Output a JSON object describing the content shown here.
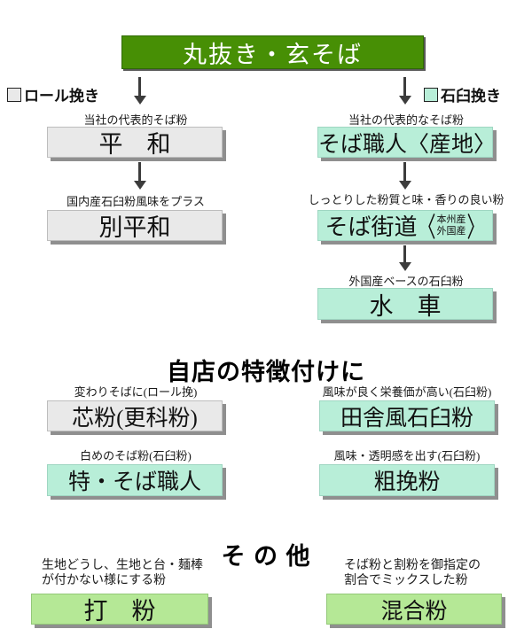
{
  "colors": {
    "root_green": "#478f05",
    "root_border": "#2f6a00",
    "cyan_fill": "#b8eed8",
    "gray_fill": "#e9e9e9",
    "green_fill": "#b5e896",
    "shadow": "#8f8f8f",
    "arrow": "#3c3c3c"
  },
  "root": {
    "title": "丸抜き・玄そば"
  },
  "legend": {
    "roll": "ロール挽き",
    "stone": "石臼挽き"
  },
  "flow_left": [
    {
      "caption": "当社の代表的そば粉",
      "name": "平　和"
    },
    {
      "caption": "国内産石臼粉風味をプラス",
      "name": "別平和"
    }
  ],
  "flow_right": [
    {
      "caption": "当社の代表的なそば粉",
      "name": "そば職人〈産地〉"
    },
    {
      "caption": "しっとりした粉質と味・香りの良い粉",
      "name_main": "そば街道",
      "bracket_open": "〈",
      "bracket_top": "本州産",
      "bracket_bottom": "外国産",
      "bracket_close": "〉"
    },
    {
      "caption": "外国産ベースの石臼粉",
      "name": "水　車"
    }
  ],
  "features": {
    "heading": "自店の特徴付けに",
    "items": [
      {
        "caption": "変わりそばに(ロール挽)",
        "name": "芯粉(更科粉)"
      },
      {
        "caption": "風味が良く栄養価が高い(石臼粉)",
        "name": "田舎風石臼粉"
      },
      {
        "caption": "白めのそば粉(石臼粉)",
        "name": "特・そば職人"
      },
      {
        "caption": "風味・透明感を出す(石臼粉)",
        "name": "粗挽粉"
      }
    ]
  },
  "others": {
    "heading": "そ の 他",
    "items": [
      {
        "caption": "生地どうし、生地と台・麺棒\nが付かない様にする粉",
        "name": "打　粉"
      },
      {
        "caption": "そば粉と割粉を御指定の\n割合でミックスした粉",
        "name": "混合粉"
      }
    ]
  }
}
